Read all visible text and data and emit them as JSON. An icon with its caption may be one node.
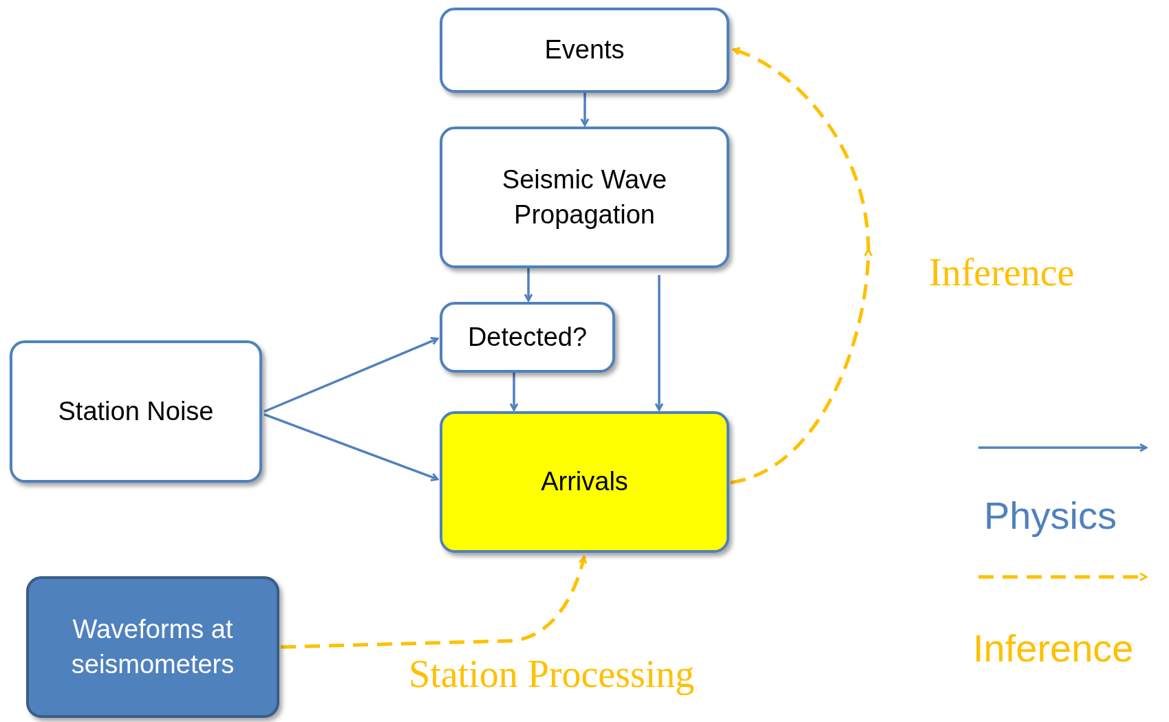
{
  "diagram": {
    "nodes": [
      {
        "text": [
          "Events"
        ]
      },
      {
        "text": [
          "Seismic Wave Propagation"
        ]
      },
      {
        "text": [
          "Detected?"
        ]
      },
      {
        "text": [
          "Station Noise"
        ]
      },
      {
        "text": [
          "Arrivals"
        ]
      },
      {
        "text": [
          "Waveforms at seismometers"
        ]
      }
    ],
    "edges": [
      {
        "from": 0,
        "to": 1,
        "arrow": "to"
      },
      {
        "from": 1,
        "to": 2,
        "arrow": "to"
      },
      {
        "from": 1,
        "to": 4,
        "arrow": "to"
      },
      {
        "from": 2,
        "to": 4,
        "arrow": "to"
      },
      {
        "from": 3,
        "to": 2,
        "arrow": "to"
      },
      {
        "from": 3,
        "to": 4,
        "arrow": "to"
      },
      {
        "from": 5,
        "to": 4,
        "arrow": "to",
        "style": "dashed",
        "color": "#ffc000",
        "label": "Station Processing"
      },
      {
        "from": 4,
        "to": 0,
        "arrow": "to",
        "style": "dashed",
        "color": "#ffc000",
        "label": "Inference"
      }
    ],
    "legend": [
      {
        "text": "Physics"
      },
      {
        "text": "Inference"
      }
    ]
  }
}
